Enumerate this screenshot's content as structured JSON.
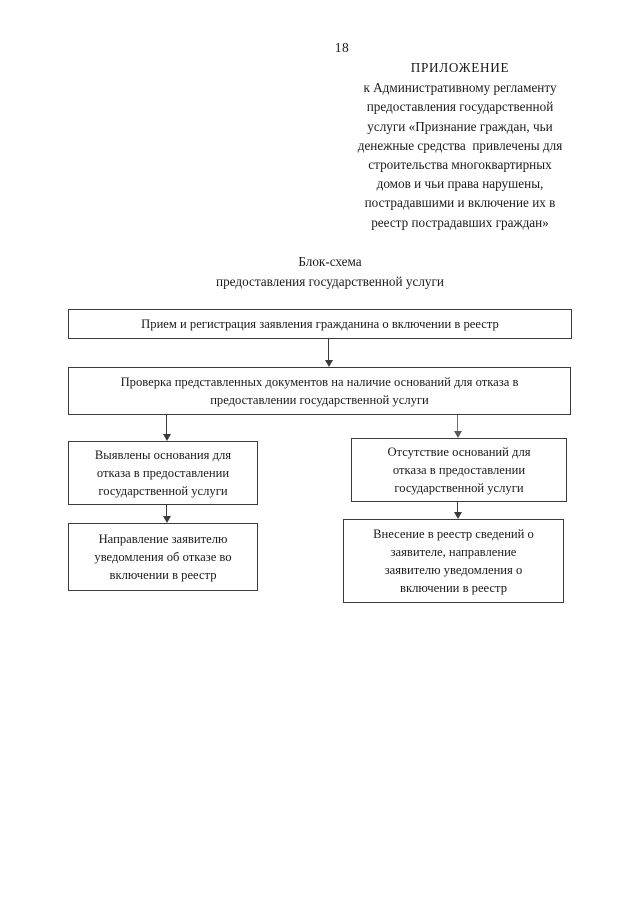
{
  "document": {
    "page_number": "18",
    "appendix": {
      "title": "ПРИЛОЖЕНИЕ",
      "lines": [
        "к Административному регламенту",
        "предоставления государственной",
        "услуги «Признание граждан, чьи",
        "денежные средства  привлечены для",
        "строительства многоквартирных",
        "домов и чьи права нарушены,",
        "пострадавшими и включение их в",
        "реестр пострадавших граждан»"
      ]
    },
    "chart_heading": {
      "line1": "Блок-схема",
      "line2": "предоставления государственной услуги"
    }
  },
  "flowchart": {
    "nodes": [
      {
        "id": "intake",
        "text": "Прием и регистрация заявления гражданина о включении в реестр"
      },
      {
        "id": "check",
        "text": "Проверка представленных документов на наличие оснований для отказа в\nпредоставлении государственной услуги"
      },
      {
        "id": "grounds-yes",
        "text": "Выявлены основания для\nотказа в предоставлении\nгосударственной услуги"
      },
      {
        "id": "grounds-no",
        "text": "Отсутствие оснований для\nотказа в предоставлении\nгосударственной услуги"
      },
      {
        "id": "refuse",
        "text": "Направление заявителю\nуведомления об отказе во\nвключении в реестр"
      },
      {
        "id": "register",
        "text": "Внесение в реестр сведений о\nзаявителе, направление\nзаявителю уведомления о\nвключении в реестр"
      }
    ],
    "edges": [
      {
        "id": "intake-check",
        "from": "intake",
        "to": "check"
      },
      {
        "id": "check-yes",
        "from": "check",
        "to": "grounds-yes"
      },
      {
        "id": "check-no",
        "from": "check",
        "to": "grounds-no"
      },
      {
        "id": "yes-refuse",
        "from": "grounds-yes",
        "to": "refuse"
      },
      {
        "id": "no-register",
        "from": "grounds-no",
        "to": "register"
      }
    ]
  },
  "colors": {
    "page_background": "#ffffff",
    "text": "#1a1a1a",
    "box_border": "#3a3a3a",
    "arrow": "#3a3a3a"
  }
}
